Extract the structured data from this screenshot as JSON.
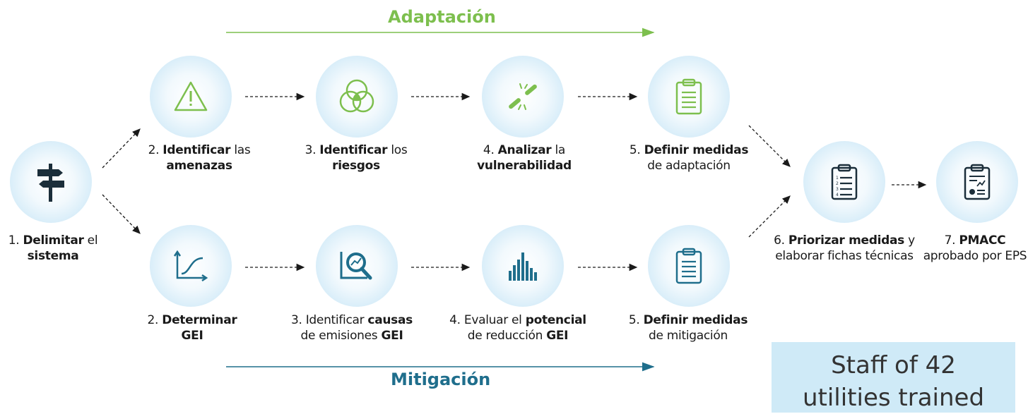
{
  "adaptation": {
    "title": "Adaptación",
    "steps": [
      {
        "p1": "2. ",
        "b1": "Identificar",
        "p2": " las",
        "b2": "amenazas",
        "p3": ""
      },
      {
        "p1": "3. ",
        "b1": "Identificar",
        "p2": " los",
        "b2": "riesgos",
        "p3": ""
      },
      {
        "p1": "4. ",
        "b1": "Analizar",
        "p2": " la",
        "b2": "vulnerabilidad",
        "p3": ""
      },
      {
        "p1": "5. ",
        "b1": "Definir medidas",
        "p2": "",
        "b2": "",
        "p3": "de adaptación"
      }
    ],
    "icons": [
      "warning-triangle-icon",
      "venn-risk-icon",
      "broken-chain-icon",
      "clipboard-icon"
    ]
  },
  "mitigation": {
    "title": "Mitigación",
    "steps": [
      {
        "p1": "2. ",
        "b1": "Determinar",
        "p2": "",
        "b2": "GEI",
        "p3": ""
      },
      {
        "p1": "3. Identificar ",
        "b1": "causas",
        "p2": "",
        "b2": "",
        "p3": "de emisiones ",
        "b3": "GEI"
      },
      {
        "p1": "4. Evaluar el ",
        "b1": "potencial",
        "p2": "",
        "b2": "",
        "p3": "de reducción ",
        "b3": "GEI"
      },
      {
        "p1": "5. ",
        "b1": "Definir medidas",
        "p2": "",
        "b2": "",
        "p3": "de mitigación"
      }
    ],
    "icons": [
      "growth-curve-icon",
      "magnify-chart-icon",
      "bar-chart-icon",
      "clipboard-icon"
    ]
  },
  "step1": {
    "p1": "1. ",
    "b1": "Delimitar",
    "p2": " el",
    "b2": "sistema"
  },
  "step6": {
    "p1": "6. ",
    "b1": "Priorizar medidas",
    "p2": " y",
    "p3": "elaborar fichas técnicas"
  },
  "step7": {
    "p1": "7. ",
    "b1": "PMACC",
    "p3": "aprobado por EPS"
  },
  "staff_note": {
    "line1": "Staff of 42",
    "line2": "utilities trained"
  },
  "colors": {
    "adaptation": "#7dbf4e",
    "mitigation": "#1f6e8c",
    "circle": "#cfe8f6",
    "icon_dark": "#1b2e3a"
  }
}
